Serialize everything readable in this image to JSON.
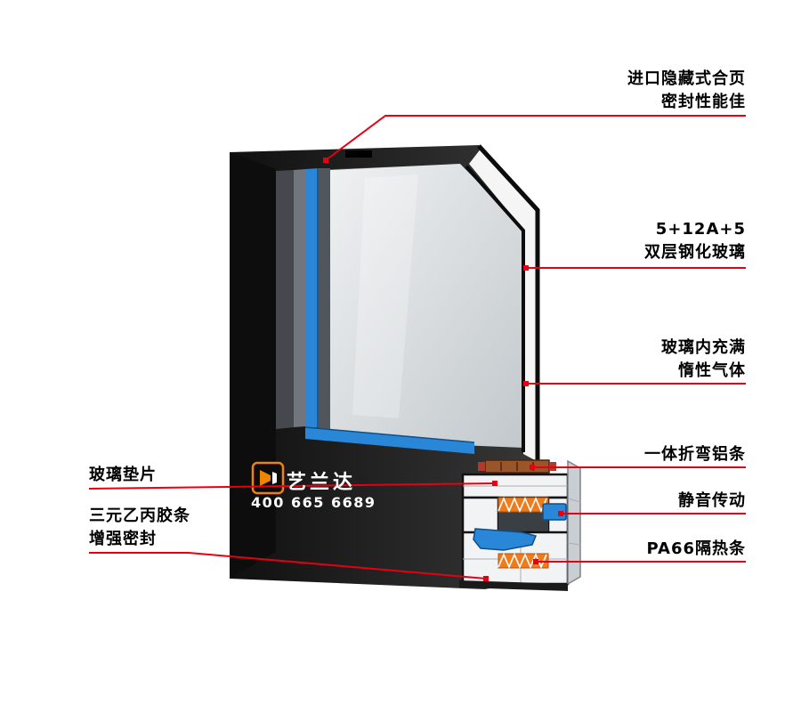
{
  "brand": {
    "name": "艺兰达",
    "phone": "400 665 6689"
  },
  "callouts": {
    "hinge": {
      "line1": "进口隐藏式合页",
      "line2": "密封性能佳"
    },
    "glass": {
      "line1": "5+12A+5",
      "line2": "双层钢化玻璃"
    },
    "inert_gas": {
      "line1": "玻璃内充满",
      "line2": "惰性气体"
    },
    "bent_aluminum": {
      "line1": "一体折弯铝条"
    },
    "silent_drive": {
      "line1": "静音传动"
    },
    "pa66": {
      "line1": "PA66隔热条"
    },
    "glass_spacer": {
      "line1": "玻璃垫片"
    },
    "epdm": {
      "line1": "三元乙丙胶条",
      "line2": "增强密封"
    }
  },
  "colors": {
    "callout_red": "#e60012",
    "gasket_blue": "#2a87d8",
    "thermal_orange": "#ee7b1c",
    "spacer_copper": "#9a552a",
    "brand_orange": "#f08300",
    "frame_dark": "#1a1a1a"
  }
}
